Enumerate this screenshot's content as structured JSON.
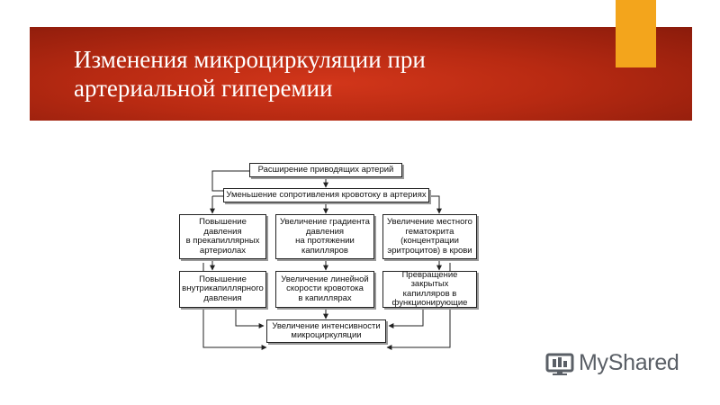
{
  "slide": {
    "title_line1": "Изменения микроциркуляции при",
    "title_line2": "артериальной гиперемии",
    "accent_colors": {
      "banner": "#b82a12",
      "tab": "#f3a51c"
    }
  },
  "diagram": {
    "boxes": {
      "dilation": "Расширение приводящих артерий",
      "resistance": "Уменьшение сопротивления кровотоку в артериях",
      "precap_pressure": [
        "Повышение",
        "давления",
        "в прекапиллярных",
        "артериолах"
      ],
      "gradient": [
        "Увеличение градиента",
        "давления",
        "на протяжении",
        "капилляров"
      ],
      "hematocrit": [
        "Увеличение местного",
        "гематокрита",
        "(концентрации",
        "эритроцитов) в крови"
      ],
      "intracap_pressure": [
        "Повышение",
        "внутрикапиллярного",
        "давления"
      ],
      "linear_speed": [
        "Увеличение линейной",
        "скорости кровотока",
        "в капиллярах"
      ],
      "capillary_opening": [
        "Превращение закрытых",
        "капилляров в",
        "функционирующие"
      ],
      "microcirculation": [
        "Увеличение интенсивности",
        "микроциркуляции"
      ]
    }
  },
  "watermark": {
    "text": "MyShared",
    "icon": "myshared-logo-icon"
  }
}
